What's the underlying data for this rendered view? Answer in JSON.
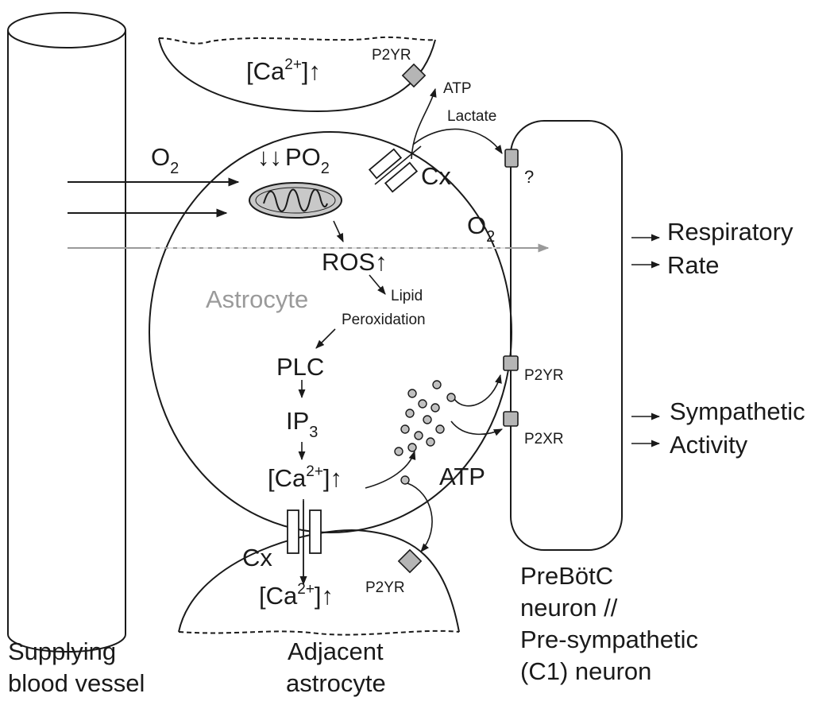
{
  "labels": {
    "o2_left": "O",
    "o2_sub": "2",
    "po2_prefix": "↓↓",
    "po2": "PO",
    "po2_sub": "2",
    "ros": "ROS",
    "ros_arrow": "↑",
    "lipid_line1": "Lipid",
    "lipid_line2": "Peroxidation",
    "astrocyte": "Astrocyte",
    "plc": "PLC",
    "ip3": "IP",
    "ip3_sub": "3",
    "ca_open": "[Ca",
    "ca_sup": "2+",
    "ca_close": "]",
    "up_arrow": "↑",
    "p2yr": "P2YR",
    "p2xr": "P2XR",
    "atp": "ATP",
    "lactate": "Lactate",
    "cx": "Cx",
    "question": "?",
    "o2_right": "O",
    "o2_right_sub": "2",
    "respiratory": "Respiratory",
    "rate": "Rate",
    "sympathetic": "Sympathetic",
    "activity": "Activity",
    "vessel_line1": "Supplying",
    "vessel_line2": "blood vessel",
    "adjacent_line1": "Adjacent",
    "adjacent_line2": "astrocyte",
    "neuron_line1": "PreBötC",
    "neuron_line2": "neuron //",
    "neuron_line3": "Pre-sympathetic",
    "neuron_line4": "(C1) neuron"
  },
  "colors": {
    "ink": "#1a1a1a",
    "gray_label": "#9a9a9a",
    "receptor_fill": "#b5b5b5",
    "mito_fill": "#c8c8c8",
    "o2_line": "#9a9a9a"
  }
}
